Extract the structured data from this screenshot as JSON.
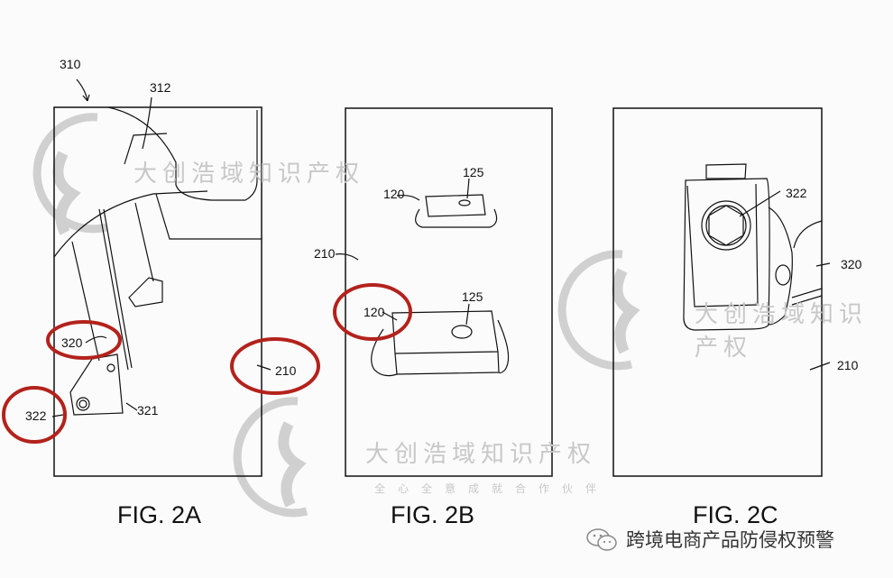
{
  "figures": [
    {
      "caption": "FIG. 2A",
      "labels": {
        "assembly": "310",
        "upper": "312",
        "bracket": "320",
        "fastener": "322",
        "plate": "321",
        "panel": "210"
      }
    },
    {
      "caption": "FIG. 2B",
      "labels": {
        "panel": "210",
        "small_block": "120",
        "small_hole": "125",
        "large_block": "120",
        "large_hole": "125"
      }
    },
    {
      "caption": "FIG. 2C",
      "labels": {
        "fastener": "322",
        "bracket": "320",
        "panel": "210"
      }
    }
  ],
  "watermark": {
    "title": "大创浩域知识产权",
    "subtitle": "全心全意成就合作伙伴"
  },
  "footer": {
    "text": "跨境电商产品防侵权预警"
  },
  "colors": {
    "highlight": "#b3221c",
    "line": "#111111",
    "watermark": "#cccccc"
  }
}
